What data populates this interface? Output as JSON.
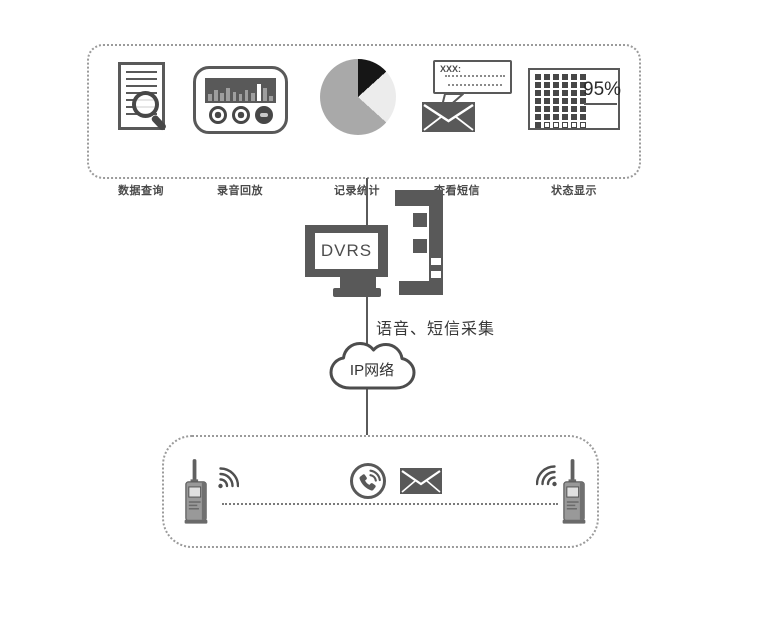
{
  "top_panel": {
    "features": [
      {
        "id": "data-query",
        "label": "数据查询"
      },
      {
        "id": "audio-playback",
        "label": "录音回放"
      },
      {
        "id": "record-statistics",
        "label": "记录统计"
      },
      {
        "id": "view-sms",
        "label": "查看短信",
        "bubble_title": "XXX:"
      },
      {
        "id": "status-display",
        "label": "状态显示",
        "percent": "95%"
      }
    ]
  },
  "server": {
    "label": "DVRS"
  },
  "flow_label": "语音、短信采集",
  "network": {
    "label": "IP网络"
  },
  "icon_config": {
    "doc_line_count": 7,
    "player_bars": [
      7,
      11,
      8,
      13,
      9,
      7,
      11,
      8,
      17,
      13,
      5
    ],
    "player_bar_highlight_index": 8,
    "pie_slices": [
      {
        "color": "#161616",
        "from_deg": 0,
        "to_deg": 48
      },
      {
        "color": "#ececec",
        "from_deg": 48,
        "to_deg": 132
      },
      {
        "color": "#a9a9a9",
        "from_deg": 132,
        "to_deg": 360
      }
    ],
    "status_grid": {
      "cols": 6,
      "rows": 7,
      "last_row_filled": 1
    }
  },
  "colors": {
    "icon_dark": "#595959",
    "label_text": "#4a4a4a",
    "panel_border": "#9b9b9b",
    "connector": "#5a5a5a",
    "pie_black": "#161616",
    "pie_light": "#ececec",
    "pie_gray": "#a9a9a9"
  }
}
